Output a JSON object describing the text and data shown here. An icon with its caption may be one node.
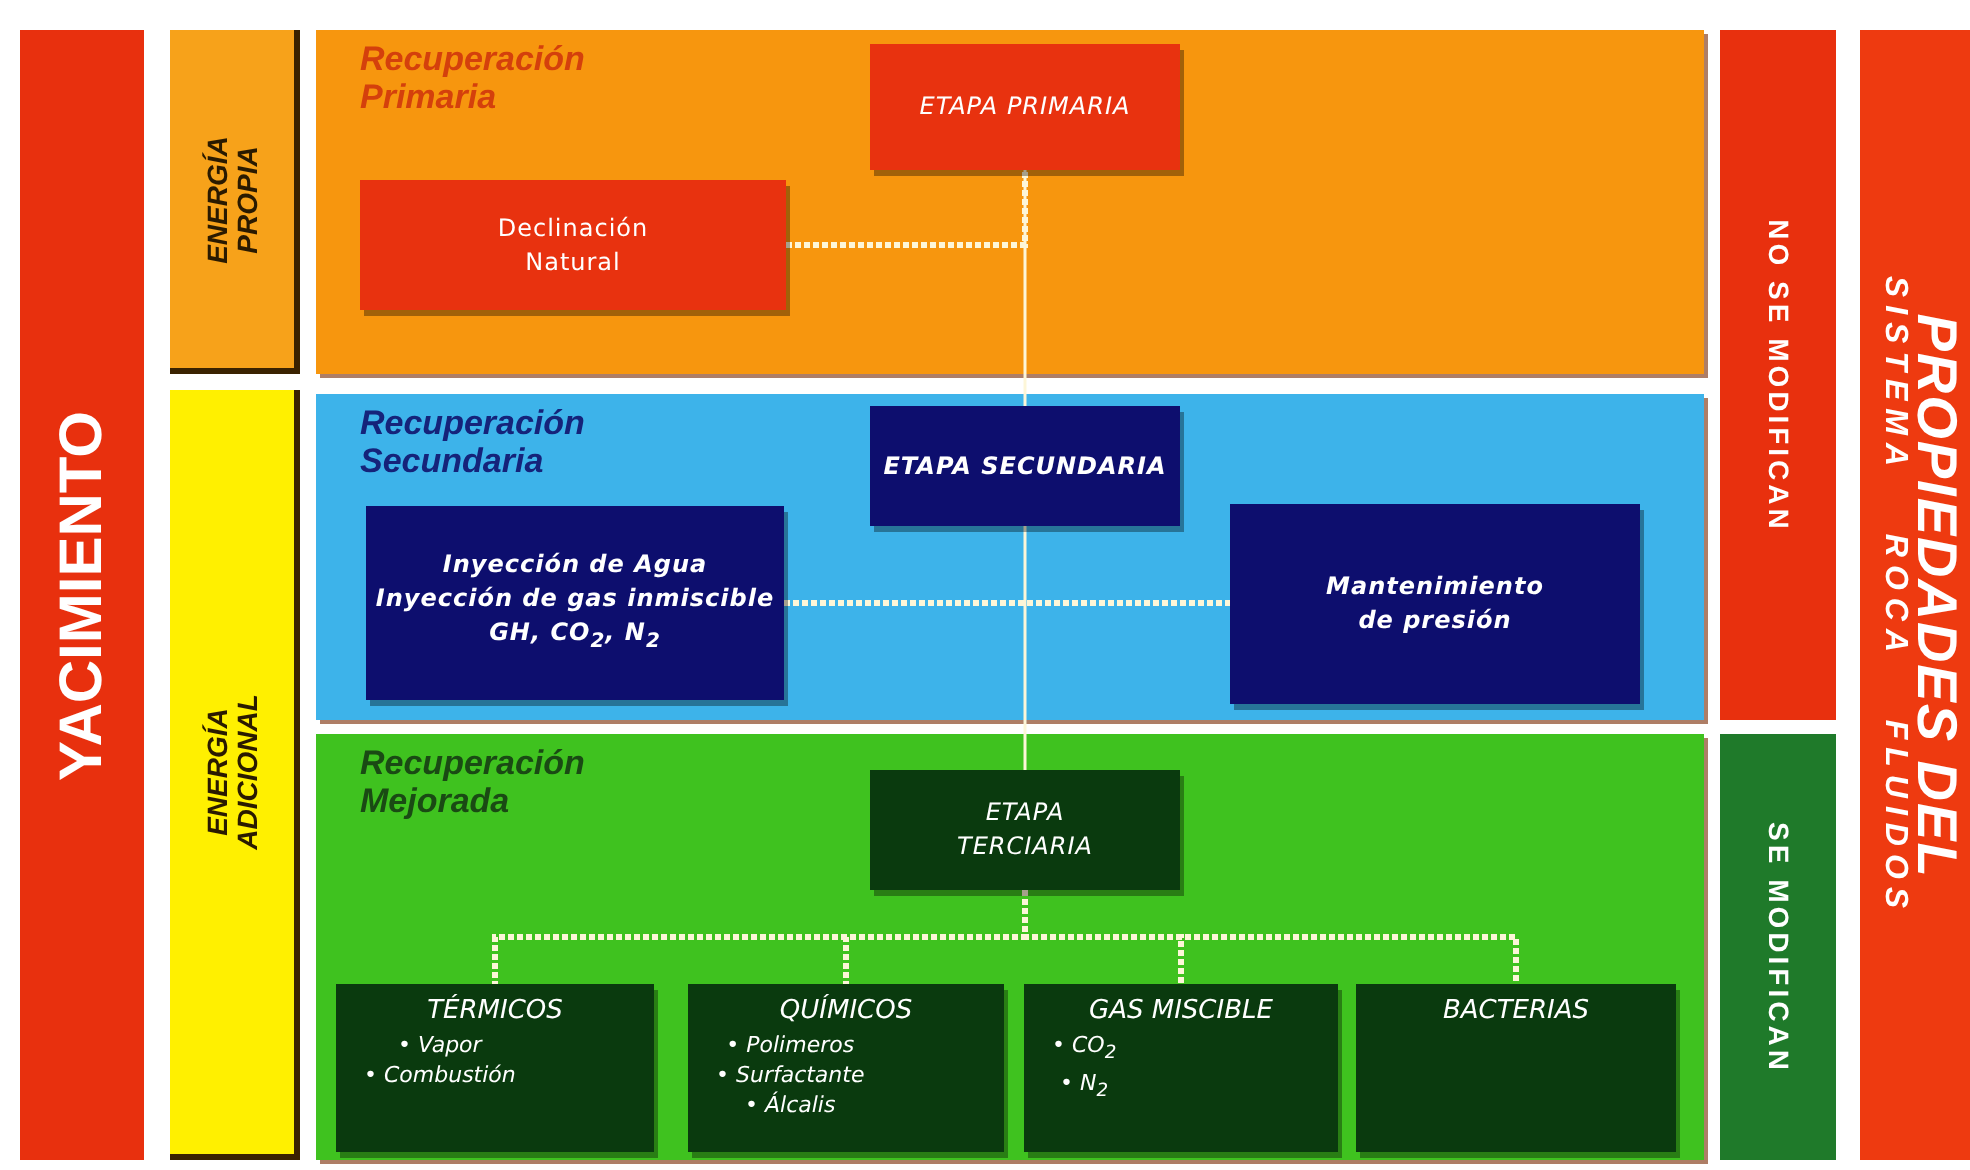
{
  "diagram": {
    "nodes": [
      {
        "text": [
          "YACIMIENTO"
        ]
      },
      {
        "text": [
          "ENERGÍA PROPIA"
        ]
      },
      {
        "text": [
          "ENERGÍA ADICIONAL"
        ]
      },
      {
        "text": [
          "Recuperación Primaria"
        ]
      },
      {
        "text": [
          "ETAPA PRIMARIA"
        ],
        "in": 3
      },
      {
        "text": [
          "Declinación Natural"
        ],
        "in": 3
      },
      {
        "text": [
          "Recuperación Secundaria"
        ]
      },
      {
        "text": [
          "ETAPA SECUNDARIA"
        ],
        "in": 6
      },
      {
        "text": [
          "Inyección de Agua",
          "Inyección de gas inmiscible",
          "GH, CO$_{2}$, N$_{2}$"
        ],
        "in": 6
      },
      {
        "text": [
          "Mantenimiento de presión"
        ],
        "in": 6
      },
      {
        "text": [
          "Recuperación Mejorada"
        ]
      },
      {
        "text": [
          "ETAPA TERCIARIA"
        ],
        "in": 10
      },
      {
        "text": [
          "TÉRMICOS",
          "• Vapor",
          "• Combustión"
        ],
        "in": 10
      },
      {
        "text": [
          "QUÍMICOS",
          "• Polimeros",
          "• Surfactante",
          "• Álcalis"
        ],
        "in": 10
      },
      {
        "text": [
          "GAS MISCIBLE",
          "• CO$_{2}$",
          "• N$_{2}$"
        ],
        "in": 10
      },
      {
        "text": [
          "BACTERIAS"
        ],
        "in": 10
      },
      {
        "text": [
          "NO SE MODIFICAN"
        ]
      },
      {
        "text": [
          "SE MODIFICAN"
        ]
      },
      {
        "text": [
          "PROPIEDADES DEL",
          "SISTEMA ROCA FLUIDOS"
        ]
      }
    ],
    "edges": [
      {
        "from": 4,
        "to": 7,
        "arrow": "none"
      },
      {
        "from": 7,
        "to": 11,
        "arrow": "none"
      },
      {
        "from": 5,
        "to": 4,
        "arrow": "none",
        "style": "dashed"
      },
      {
        "from": 8,
        "to": 9,
        "arrow": "none",
        "style": "dashed"
      },
      {
        "from": 11,
        "to": 12,
        "arrow": "none",
        "style": "dashed"
      },
      {
        "from": 11,
        "to": 13,
        "arrow": "none",
        "style": "dashed"
      },
      {
        "from": 11,
        "to": 14,
        "arrow": "none",
        "style": "dashed"
      },
      {
        "from": 11,
        "to": 15,
        "arrow": "none",
        "style": "dashed"
      }
    ]
  }
}
